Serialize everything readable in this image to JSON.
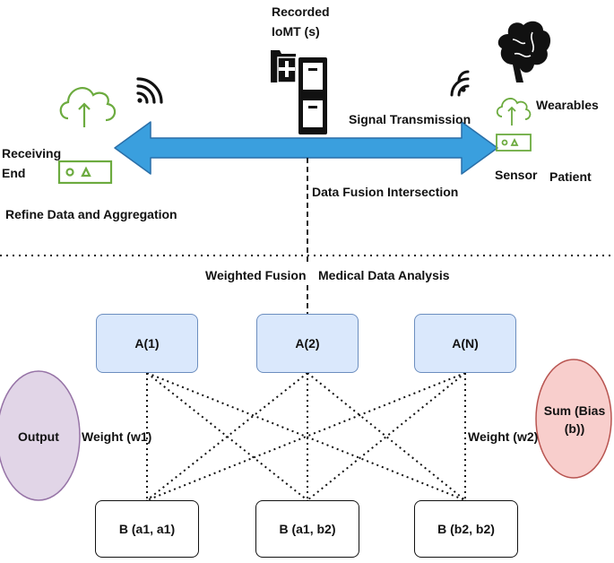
{
  "top": {
    "recorded_iomt": "Recorded\nIoMT (s)",
    "wearables": "Wearables",
    "signal_transmission": "Signal Transmission",
    "receiving_end": "Receiving\nEnd",
    "sensor": "Sensor",
    "patient": "Patient",
    "data_fusion_intersection": "Data Fusion Intersection",
    "refine_data": "Refine Data and Aggregation"
  },
  "bottom": {
    "weighted_fusion": "Weighted Fusion",
    "medical_data_analysis": "Medical Data Analysis",
    "a_nodes": [
      "A(1)",
      "A(2)",
      "A(N)"
    ],
    "b_nodes": [
      "B (a1, a1)",
      "B (a1, b2)",
      "B (b2, b2)"
    ],
    "output": "Output",
    "sum_bias": "Sum (Bias\n(b))",
    "weight_w1": "Weight (w1)",
    "weight_w2": "Weight (w2)"
  },
  "colors": {
    "arrow_blue": "#3a9fde",
    "arrow_outline": "#2a6fa8",
    "a_fill": "#dae8fc",
    "a_border": "#6c8ebf",
    "output_fill": "#e1d5e7",
    "output_border": "#9673a6",
    "sum_fill": "#f8cecc",
    "sum_border": "#b85450",
    "green_icon": "#6cab3f"
  }
}
